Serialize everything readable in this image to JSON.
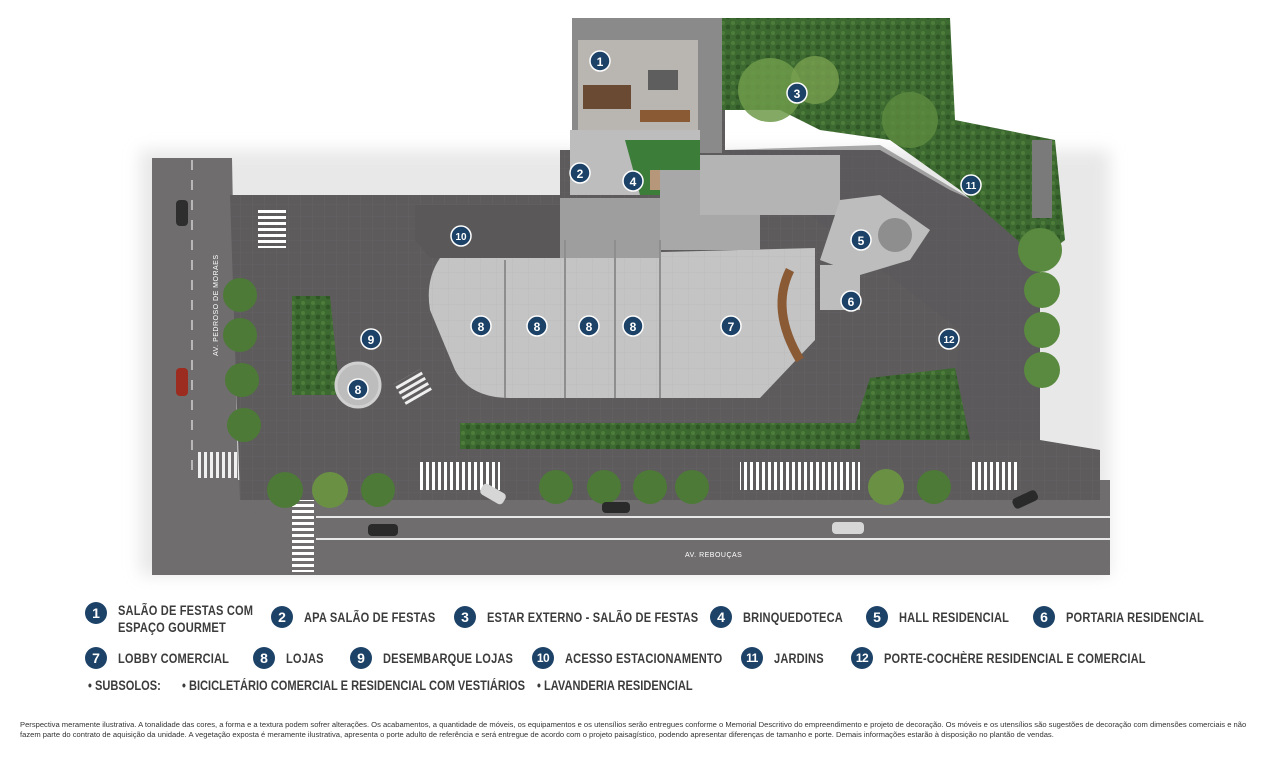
{
  "markers": [
    {
      "id": "m1",
      "label": "1"
    },
    {
      "id": "m2",
      "label": "2"
    },
    {
      "id": "m3",
      "label": "3"
    },
    {
      "id": "m4",
      "label": "4"
    },
    {
      "id": "m5",
      "label": "5"
    },
    {
      "id": "m6",
      "label": "6"
    },
    {
      "id": "m7",
      "label": "7"
    },
    {
      "id": "m8a",
      "label": "8"
    },
    {
      "id": "m8b",
      "label": "8"
    },
    {
      "id": "m8c",
      "label": "8"
    },
    {
      "id": "m8d",
      "label": "8"
    },
    {
      "id": "m8e",
      "label": "8"
    },
    {
      "id": "m9",
      "label": "9"
    },
    {
      "id": "m10",
      "label": "10"
    },
    {
      "id": "m11",
      "label": "11"
    },
    {
      "id": "m12",
      "label": "12"
    }
  ],
  "streets": {
    "side": "AV. PEDROSO DE MORAES",
    "main": "AV. REBOUÇAS"
  },
  "legend": [
    {
      "number": "1",
      "lines": [
        "SALÃO DE FESTAS COM",
        "ESPAÇO GOURMET"
      ]
    },
    {
      "number": "2",
      "lines": [
        "APA SALÃO DE FESTAS"
      ]
    },
    {
      "number": "3",
      "lines": [
        "ESTAR EXTERNO - SALÃO DE FESTAS"
      ]
    },
    {
      "number": "4",
      "lines": [
        "BRINQUEDOTECA"
      ]
    },
    {
      "number": "5",
      "lines": [
        "HALL RESIDENCIAL"
      ]
    },
    {
      "number": "6",
      "lines": [
        "PORTARIA RESIDENCIAL"
      ]
    },
    {
      "number": "7",
      "lines": [
        "LOBBY COMERCIAL"
      ]
    },
    {
      "number": "8",
      "lines": [
        "LOJAS"
      ]
    },
    {
      "number": "9",
      "lines": [
        "DESEMBARQUE LOJAS"
      ]
    },
    {
      "number": "10",
      "lines": [
        "ACESSO ESTACIONAMENTO"
      ]
    },
    {
      "number": "11",
      "lines": [
        "JARDINS"
      ]
    },
    {
      "number": "12",
      "lines": [
        "PORTE-COCHÈRE  RESIDENCIAL E COMERCIAL"
      ]
    }
  ],
  "subsolos": {
    "title": "• SUBSOLOS:",
    "item1": "• BICICLETÁRIO COMERCIAL  E RESIDENCIAL COM VESTIÁRIOS",
    "item2": "• LAVANDERIA RESIDENCIAL"
  },
  "disclaimer": "Perspectiva meramente ilustrativa. A tonalidade das cores, a forma e a textura podem sofrer alterações. Os acabamentos, a quantidade de móveis, os equipamentos e os utensílios serão entregues conforme o Memorial Descritivo do empreendimento e projeto de decoração. Os móveis e os utensílios são sugestões de decoração com dimensões comerciais e não fazem parte do contrato de aquisição da unidade. A vegetação exposta é meramente ilustrativa, apresenta o porte adulto de referência e será entregue de acordo com o projeto paisagístico, podendo apresentar diferenças de tamanho e porte. Demais informações estarão à disposição no plantão de vendas.",
  "colors": {
    "badge": "#1d4267",
    "pavement": "#5f5d5e",
    "street": "#706e6f",
    "building": "#c9c9c9",
    "garden": "#3c6b32",
    "text": "#3c3c3c"
  }
}
